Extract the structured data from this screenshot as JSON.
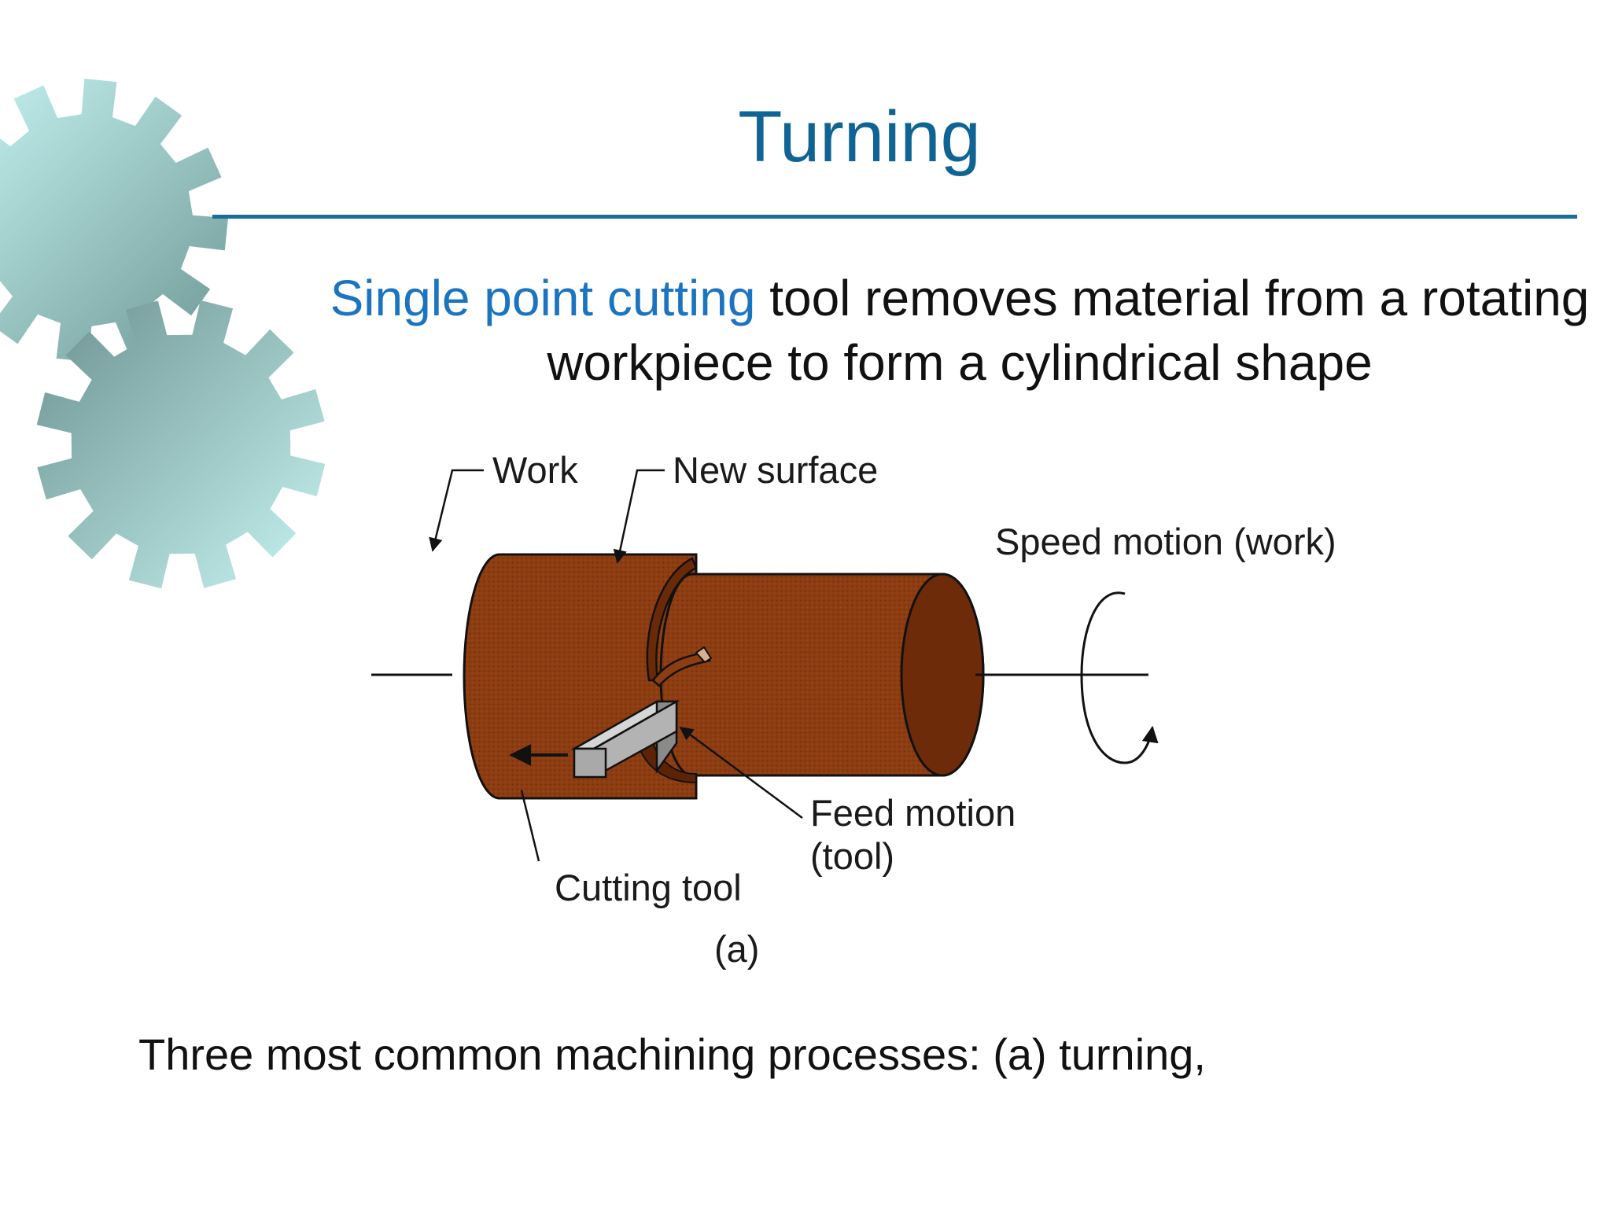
{
  "slide": {
    "title": "Turning",
    "subtitle_highlight": "Single point cutting",
    "subtitle_rest": " tool removes material from a rotating workpiece to form a cylindrical shape",
    "caption": "Three most common machining processes: (a) turning,"
  },
  "figure": {
    "label_work": "Work",
    "label_new_surface": "New surface",
    "label_speed_motion": "Speed motion (work)",
    "label_feed_motion_line1": "Feed motion",
    "label_feed_motion_line2": "(tool)",
    "label_cutting_tool": "Cutting tool",
    "label_panel": "(a)"
  },
  "colors": {
    "title": "#0f6494",
    "highlight": "#1a74c0",
    "workpiece": "#8a3b10",
    "tool": "#a8a8a8",
    "gear_light": "#c4f2f0",
    "gear_dark": "#6f9a98"
  },
  "icons": [
    "gear-icon",
    "gear-icon"
  ]
}
